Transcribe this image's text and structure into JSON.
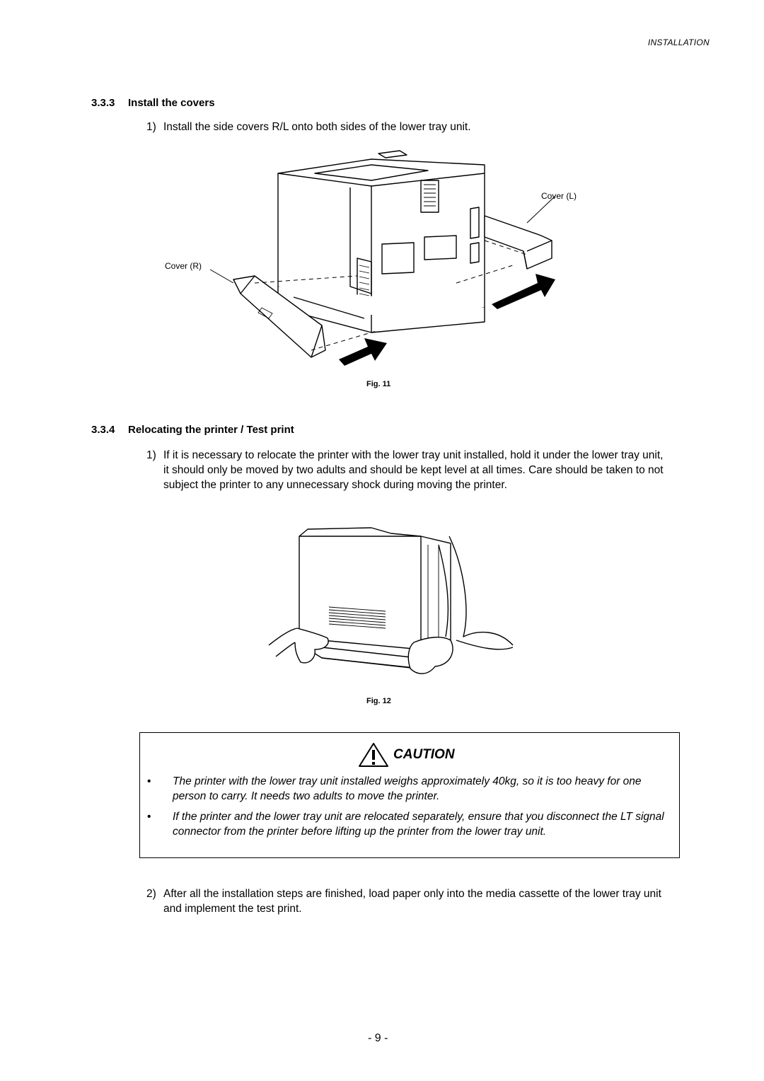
{
  "header": {
    "section": "INSTALLATION"
  },
  "sections": [
    {
      "number": "3.3.3",
      "title": "Install the covers"
    },
    {
      "number": "3.3.4",
      "title": "Relocating the printer / Test print"
    }
  ],
  "steps": {
    "install": {
      "number": "1)",
      "text": "Install the side covers R/L onto both sides of the lower tray unit."
    },
    "relocate": {
      "number": "1)",
      "text": "If it is necessary to relocate the printer with the lower tray unit installed, hold it under the lower tray unit, it should only be moved by two adults and should be kept level at all times. Care should be taken to not subject the printer to any unnecessary shock during moving the printer."
    },
    "test": {
      "number": "2)",
      "text": "After all the installation steps are finished, load paper only into the media cassette of the lower tray unit and implement the test print."
    }
  },
  "figures": {
    "fig11": {
      "label": "Fig. 11",
      "callouts": {
        "cover_l": "Cover (L)",
        "cover_r": "Cover (R)"
      }
    },
    "fig12": {
      "label": "Fig. 12"
    }
  },
  "caution": {
    "title": "CAUTION",
    "bullet": "•",
    "items": [
      "The printer with the lower tray unit installed weighs approximately 40kg, so it is too heavy for one person to carry.  It needs two adults to move the printer.",
      "If the printer and the lower tray unit are relocated separately, ensure that you disconnect the LT signal connector from the printer before lifting up the printer from the lower tray unit."
    ]
  },
  "footer": {
    "page": "- 9 -"
  }
}
